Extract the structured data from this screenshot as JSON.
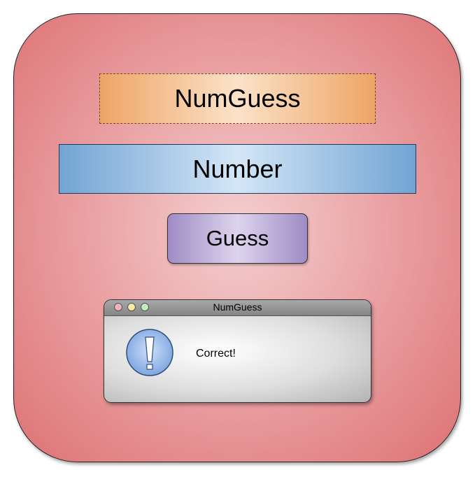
{
  "app": {
    "title_label": "NumGuess",
    "number_field_value": "Number",
    "guess_button_label": "Guess"
  },
  "dialog": {
    "title": "NumGuess",
    "message": "Correct!",
    "icon": "exclamation-alert-icon",
    "window_controls": [
      "close",
      "minimize",
      "maximize"
    ]
  },
  "colors": {
    "frame": "#e8989a",
    "title_label": "#f2b57c",
    "number_field": "#8fb9e0",
    "guess_button": "#b3a6d3",
    "dialog_titlebar": "#9a9a9a",
    "alert_icon": "#8fb4ea"
  }
}
